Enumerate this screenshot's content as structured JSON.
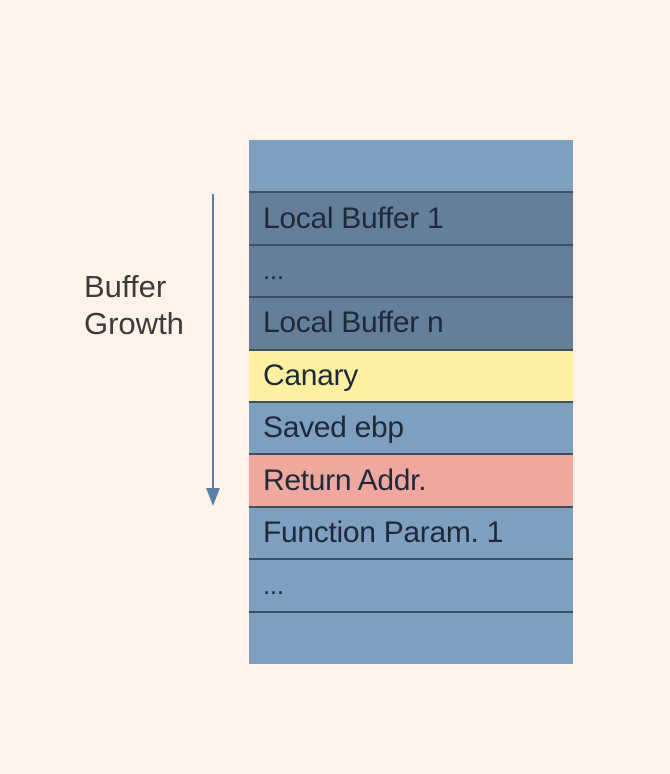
{
  "growth_label": {
    "line1": "Buffer",
    "line2": "Growth"
  },
  "stack": {
    "cells": [
      {
        "label": "",
        "style": "blue"
      },
      {
        "label": "Local Buffer 1",
        "style": "dark"
      },
      {
        "label": "...",
        "style": "dark"
      },
      {
        "label": "Local Buffer n",
        "style": "dark"
      },
      {
        "label": "Canary",
        "style": "yellow"
      },
      {
        "label": "Saved ebp",
        "style": "blue"
      },
      {
        "label": "Return Addr.",
        "style": "red"
      },
      {
        "label": "Function Param. 1",
        "style": "blue"
      },
      {
        "label": "...",
        "style": "blue"
      },
      {
        "label": "",
        "style": "blue"
      }
    ]
  },
  "colors": {
    "background": "#fdf3e9",
    "stack_blue": "#7f9fbf",
    "buffer_dark": "#667f98",
    "canary": "#fdf0a0",
    "return_addr": "#f0a89e",
    "arrow": "#5c7fa8"
  }
}
